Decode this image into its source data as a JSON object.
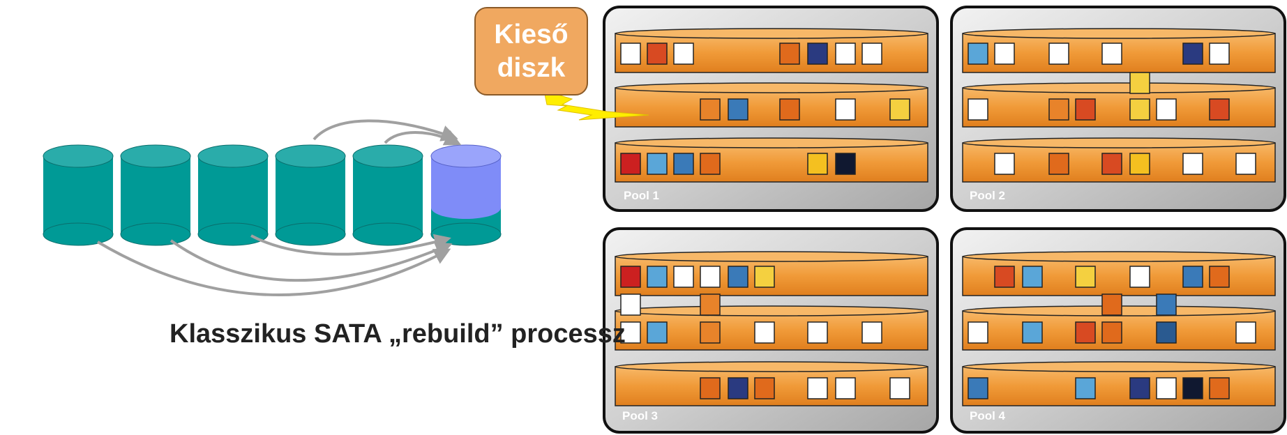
{
  "caption": "Klasszikus SATA „rebuild” processz",
  "callout": {
    "line1": "Kieső",
    "line2": "diszk"
  },
  "pools": [
    {
      "label": "Pool 1"
    },
    {
      "label": "Pool 2"
    },
    {
      "label": "Pool 3"
    },
    {
      "label": "Pool 4"
    }
  ],
  "colors": {
    "cylinder_teal": "#009a96",
    "cylinder_top": "#2aacaa",
    "spare_blue": "#7f8cf8",
    "disk_orange": "#f0a040",
    "panel_gray": "#cfcfcf",
    "bolt_yellow": "#ffee00",
    "arrow_gray": "#a0a0a0"
  }
}
